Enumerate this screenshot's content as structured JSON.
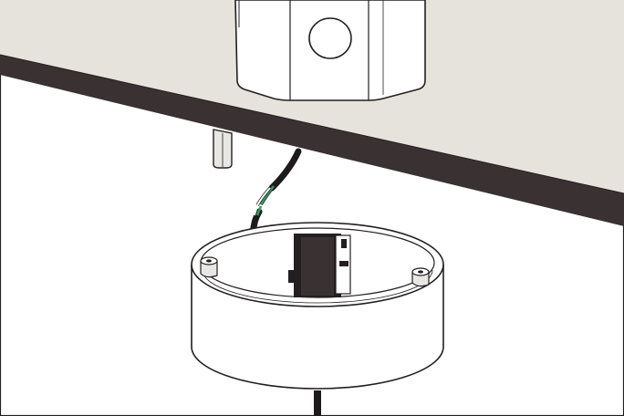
{
  "illustration": {
    "subject": "mounting-base-wiring-step",
    "colors": {
      "background": "#ffffff",
      "ceiling_face": "#e6e2dc",
      "ceiling_edge": "#3a3133",
      "outline": "#231f20",
      "device_body": "#ffffff",
      "cable": "#1e1a1b",
      "wire_green": "#2f9e5b",
      "wire_white": "#ffffff",
      "base_inner": "#ffffff",
      "post": "#e9e7e4"
    },
    "icons": [
      "ceiling-panel",
      "sensor-device",
      "mounting-screw",
      "power-cable",
      "mounting-base",
      "terminal-block"
    ]
  }
}
